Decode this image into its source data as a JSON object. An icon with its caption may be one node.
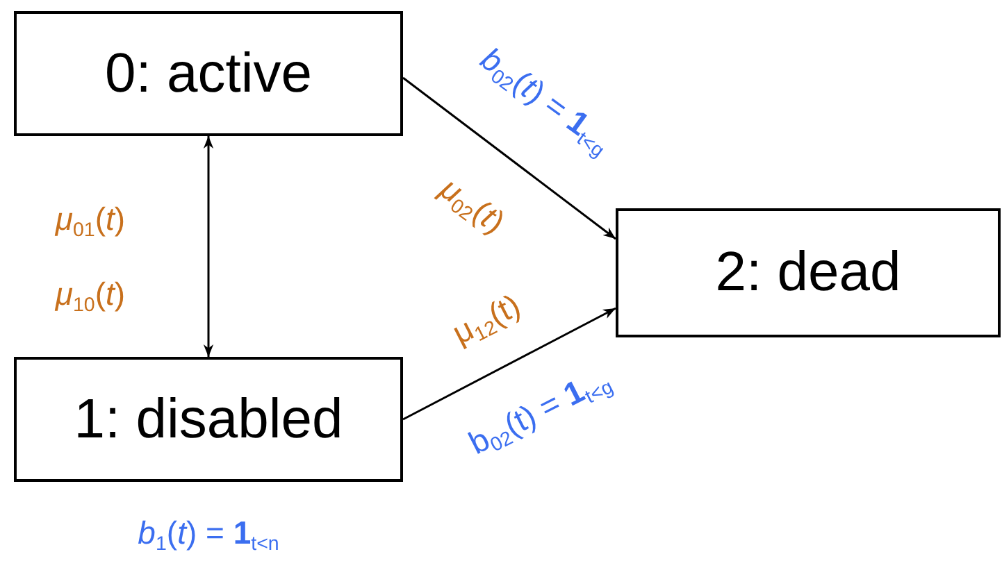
{
  "diagram": {
    "nodes": [
      {
        "text": [
          "0: active"
        ]
      },
      {
        "text": [
          "1: disabled"
        ]
      },
      {
        "text": [
          "2: dead"
        ]
      }
    ],
    "edges": [
      {
        "from": 0,
        "to": 1,
        "arrow": "both"
      },
      {
        "from": 0,
        "to": 2,
        "arrow": "to",
        "label": "*μ*$_{02}$(*t*)"
      },
      {
        "from": 1,
        "to": 2,
        "arrow": "to",
        "label": "μ$_{12}$(t)"
      }
    ],
    "labels": [
      "*b*$_{02}$(*t*) = **1**$_{t<g}$",
      "*μ*$_{01}$(*t*)",
      "*μ*$_{10}$(*t*)",
      "b$_{02}$(t) = **1**$_{t<g}$",
      "*b*$_{1}$(*t*) = **1**$_{t<n}$"
    ]
  }
}
